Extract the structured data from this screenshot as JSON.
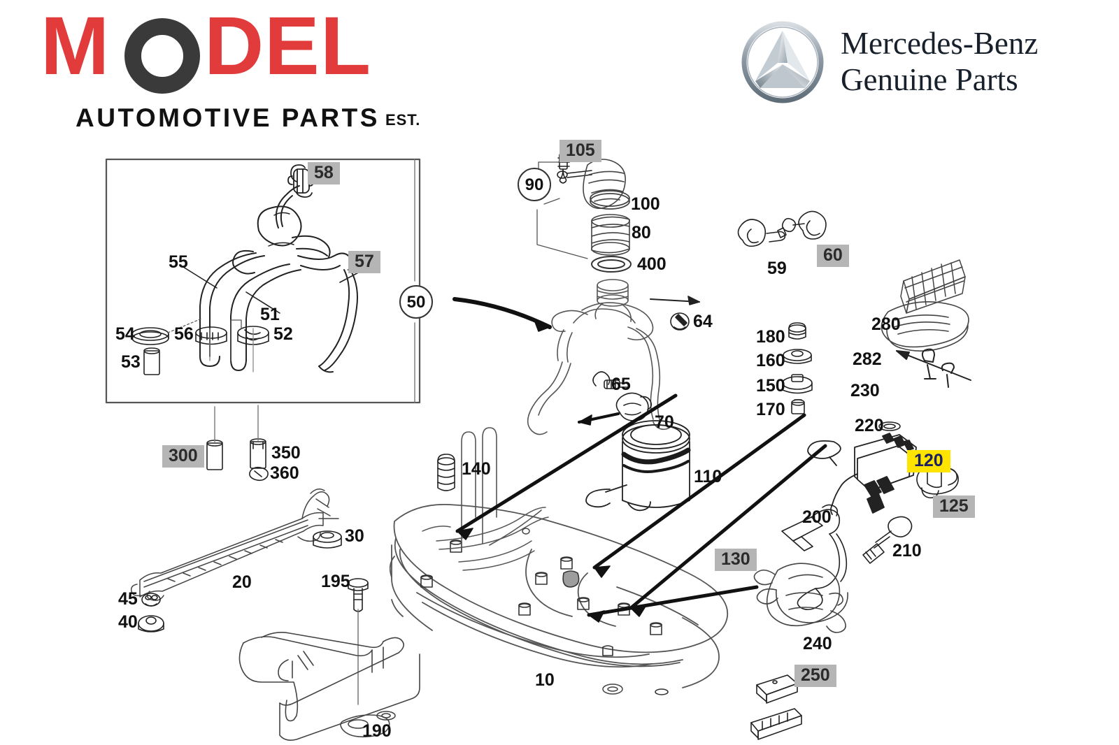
{
  "brand": {
    "model": {
      "letters": {
        "m": "M",
        "o_icon": "ring-letter-o",
        "d": "D",
        "e": "E",
        "l": "L"
      },
      "wordmark": "MODEL",
      "tagline_main": "AUTOMOTIVE PARTS",
      "tagline_suffix": "EST.",
      "accent_color": "#e23b3b",
      "ring_color": "#3a3a3a"
    },
    "mercedes": {
      "logo_icon": "mercedes-star-icon",
      "line1": "Mercedes-Benz",
      "line2": "Genuine Parts",
      "text_color": "#18212b"
    }
  },
  "diagram": {
    "title_type": "fuel-tank-exploded-parts-diagram",
    "highlight_gray": "#b5b5b5",
    "highlight_yellow": "#ffe400",
    "inset_box": {
      "name": "filler-neck-detail-inset",
      "labels": [
        {
          "id": "l58",
          "text": "58",
          "highlight": "gray"
        },
        {
          "id": "l55",
          "text": "55",
          "highlight": "none"
        },
        {
          "id": "l57",
          "text": "57",
          "highlight": "gray"
        },
        {
          "id": "l51",
          "text": "51",
          "highlight": "none"
        },
        {
          "id": "l54",
          "text": "54",
          "highlight": "none"
        },
        {
          "id": "l56",
          "text": "56",
          "highlight": "none"
        },
        {
          "id": "l52",
          "text": "52",
          "highlight": "none"
        },
        {
          "id": "l53",
          "text": "53",
          "highlight": "none"
        }
      ]
    },
    "callout": {
      "text": "50",
      "style": "circled"
    },
    "labels": [
      {
        "id": "p105",
        "text": "105",
        "highlight": "gray"
      },
      {
        "id": "p90",
        "text": "90",
        "highlight": "circled"
      },
      {
        "id": "p100",
        "text": "100",
        "highlight": "none"
      },
      {
        "id": "p80",
        "text": "80",
        "highlight": "none"
      },
      {
        "id": "p400",
        "text": "400",
        "highlight": "none"
      },
      {
        "id": "p64",
        "text": "64",
        "highlight": "none"
      },
      {
        "id": "p65",
        "text": "65",
        "highlight": "none"
      },
      {
        "id": "p70",
        "text": "70",
        "highlight": "none"
      },
      {
        "id": "p110",
        "text": "110",
        "highlight": "none"
      },
      {
        "id": "p140",
        "text": "140",
        "highlight": "none"
      },
      {
        "id": "p59",
        "text": "59",
        "highlight": "none"
      },
      {
        "id": "p60",
        "text": "60",
        "highlight": "gray"
      },
      {
        "id": "p180",
        "text": "180",
        "highlight": "none"
      },
      {
        "id": "p160",
        "text": "160",
        "highlight": "none"
      },
      {
        "id": "p150",
        "text": "150",
        "highlight": "none"
      },
      {
        "id": "p170",
        "text": "170",
        "highlight": "none"
      },
      {
        "id": "p280",
        "text": "280",
        "highlight": "none"
      },
      {
        "id": "p282",
        "text": "282",
        "highlight": "none"
      },
      {
        "id": "p230",
        "text": "230",
        "highlight": "none"
      },
      {
        "id": "p220",
        "text": "220",
        "highlight": "none"
      },
      {
        "id": "p120",
        "text": "120",
        "highlight": "yellow"
      },
      {
        "id": "p125",
        "text": "125",
        "highlight": "gray"
      },
      {
        "id": "p200",
        "text": "200",
        "highlight": "none"
      },
      {
        "id": "p210",
        "text": "210",
        "highlight": "none"
      },
      {
        "id": "p130",
        "text": "130",
        "highlight": "gray"
      },
      {
        "id": "p240",
        "text": "240",
        "highlight": "none"
      },
      {
        "id": "p250",
        "text": "250",
        "highlight": "gray"
      },
      {
        "id": "p300",
        "text": "300",
        "highlight": "gray"
      },
      {
        "id": "p350",
        "text": "350",
        "highlight": "none"
      },
      {
        "id": "p360",
        "text": "360",
        "highlight": "none"
      },
      {
        "id": "p30",
        "text": "30",
        "highlight": "none"
      },
      {
        "id": "p20",
        "text": "20",
        "highlight": "none"
      },
      {
        "id": "p195",
        "text": "195",
        "highlight": "none"
      },
      {
        "id": "p45",
        "text": "45",
        "highlight": "none"
      },
      {
        "id": "p40",
        "text": "40",
        "highlight": "none"
      },
      {
        "id": "p190",
        "text": "190",
        "highlight": "none"
      },
      {
        "id": "p10",
        "text": "10",
        "highlight": "none"
      }
    ]
  }
}
